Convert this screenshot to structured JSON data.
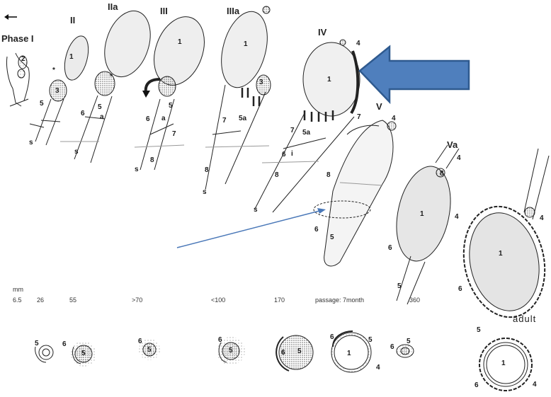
{
  "colors": {
    "big_arrow_fill": "#4f7fbd",
    "big_arrow_stroke": "#2f5a8f",
    "thin_arrow": "#4a78b8",
    "ink": "#222222",
    "bulb_fill": "#e8e8e8",
    "stipple": "#888888"
  },
  "icons": {
    "back_arrow": "left-arrow-icon",
    "callout_arrow": "blue-block-arrow-icon"
  },
  "phases": {
    "p1": "Phase I",
    "p2": "II",
    "p2a": "IIa",
    "p3": "III",
    "p3a": "IIIa",
    "p4": "IV",
    "p5": "V",
    "p5a": "Va",
    "adult": "adult"
  },
  "measurements": {
    "unit": "mm",
    "m1": "6.5",
    "m2": "26",
    "m3": "55",
    "m4": ">70",
    "m5": "<100",
    "m6": "170",
    "m7": "passage: 7month",
    "m8": "360"
  },
  "part_numbers": {
    "one": "1",
    "two": "2",
    "three": "3",
    "four": "4",
    "five": "5",
    "fivea": "5a",
    "six": "6",
    "seven": "7",
    "eight": "8",
    "a": "a",
    "i": "i",
    "s": "s",
    "star": "*"
  }
}
